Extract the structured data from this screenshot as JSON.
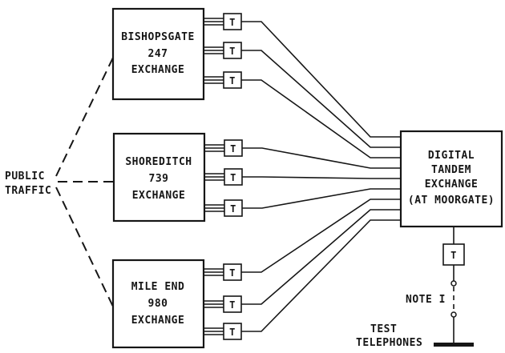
{
  "diagram": {
    "public_traffic": [
      "PUBLIC",
      "TRAFFIC"
    ],
    "exchanges": [
      {
        "id": "bishopsgate",
        "lines": [
          "BISHOPSGATE",
          "247",
          "EXCHANGE"
        ]
      },
      {
        "id": "shoreditch",
        "lines": [
          "SHOREDITCH",
          "739",
          "EXCHANGE"
        ]
      },
      {
        "id": "mile-end",
        "lines": [
          "MILE END",
          "980",
          "EXCHANGE"
        ]
      }
    ],
    "terminal_label": "T",
    "tandem": {
      "lines": [
        "DIGITAL",
        "TANDEM",
        "EXCHANGE",
        "(AT MOORGATE)"
      ]
    },
    "note": "NOTE I",
    "test_telephones": [
      "TEST",
      "TELEPHONES"
    ]
  }
}
